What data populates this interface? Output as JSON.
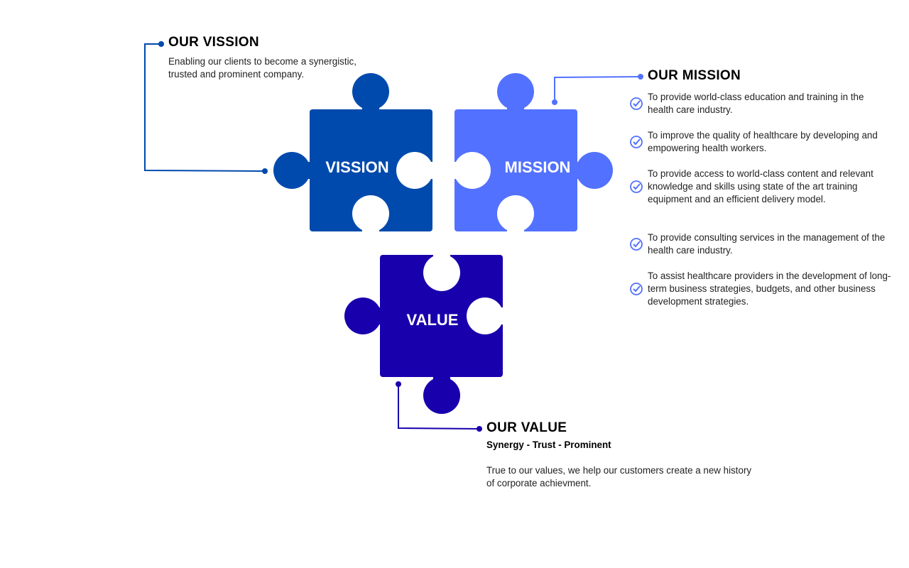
{
  "colors": {
    "vision": "#004AAD",
    "mission": "#5271FF",
    "value": "#1800AD"
  },
  "pieces": {
    "vision": "VISSION",
    "mission": "MISSION",
    "value": "VALUE"
  },
  "vision": {
    "title": "OUR VISSION",
    "text_line1": "Enabling our clients to become a synergistic,",
    "text_line2": "trusted and prominent company."
  },
  "mission": {
    "title": "OUR MISSION",
    "items": [
      "To provide world-class education and training in the health care industry.",
      "To improve the quality of healthcare by developing and empowering health workers.",
      "To provide access to world-class content and relevant knowledge and skills using state of the art training equipment and an efficient delivery model.",
      "To provide consulting services in the management of the health care industry.",
      "To assist healthcare providers in the development of long-term business strategies, budgets, and other business development strategies."
    ]
  },
  "value": {
    "title": "OUR VALUE",
    "subtitle": "Synergy - Trust - Prominent",
    "text_line1": "True to our values, we help our customers create a new history",
    "text_line2": "of corporate achievment."
  }
}
